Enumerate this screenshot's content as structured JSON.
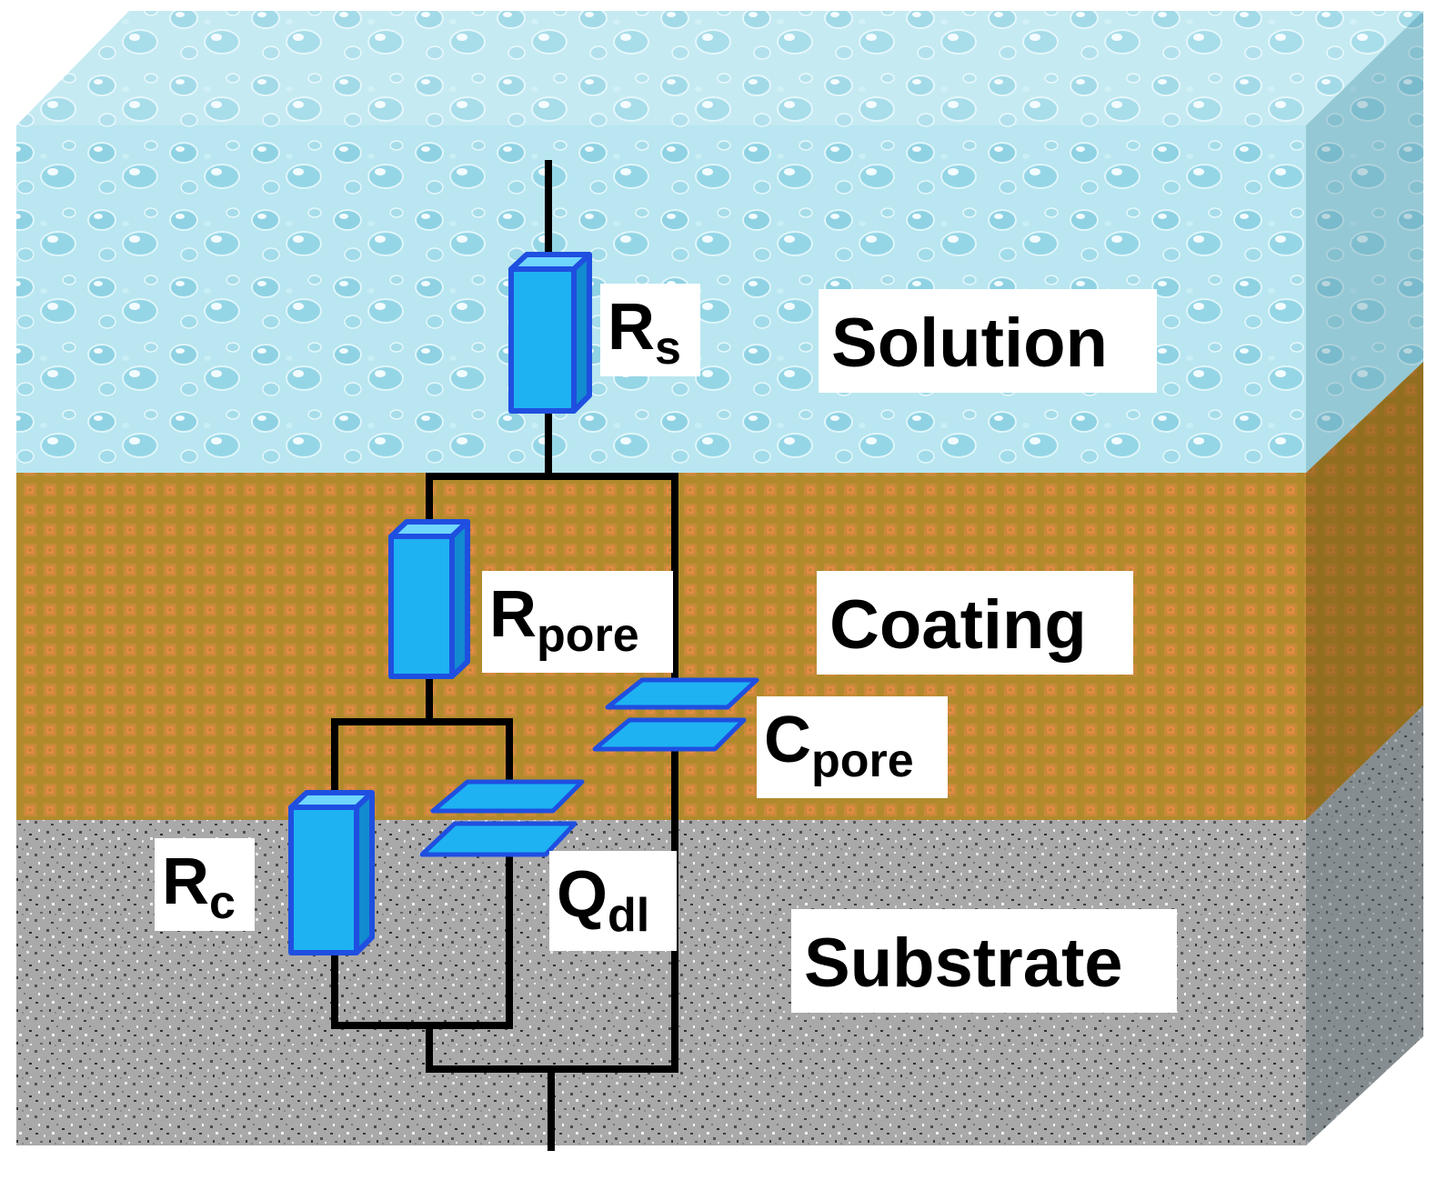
{
  "layers": {
    "solution": "Solution",
    "coating": "Coating",
    "substrate": "Substrate"
  },
  "components": {
    "rs": {
      "symbol": "R",
      "subscript": "s"
    },
    "rpore": {
      "symbol": "R",
      "subscript": "pore"
    },
    "cpore": {
      "symbol": "C",
      "subscript": "pore"
    },
    "rc": {
      "symbol": "R",
      "subscript": "c"
    },
    "qdl": {
      "symbol": "Q",
      "subscript": "dl"
    }
  },
  "colors": {
    "solution": "#b8e4ef",
    "coating": "#b2862a",
    "substrate": "#a8a8a8",
    "element_fill": "#1eb2f2",
    "element_edge": "#1f4fe0",
    "wire": "#000000"
  }
}
